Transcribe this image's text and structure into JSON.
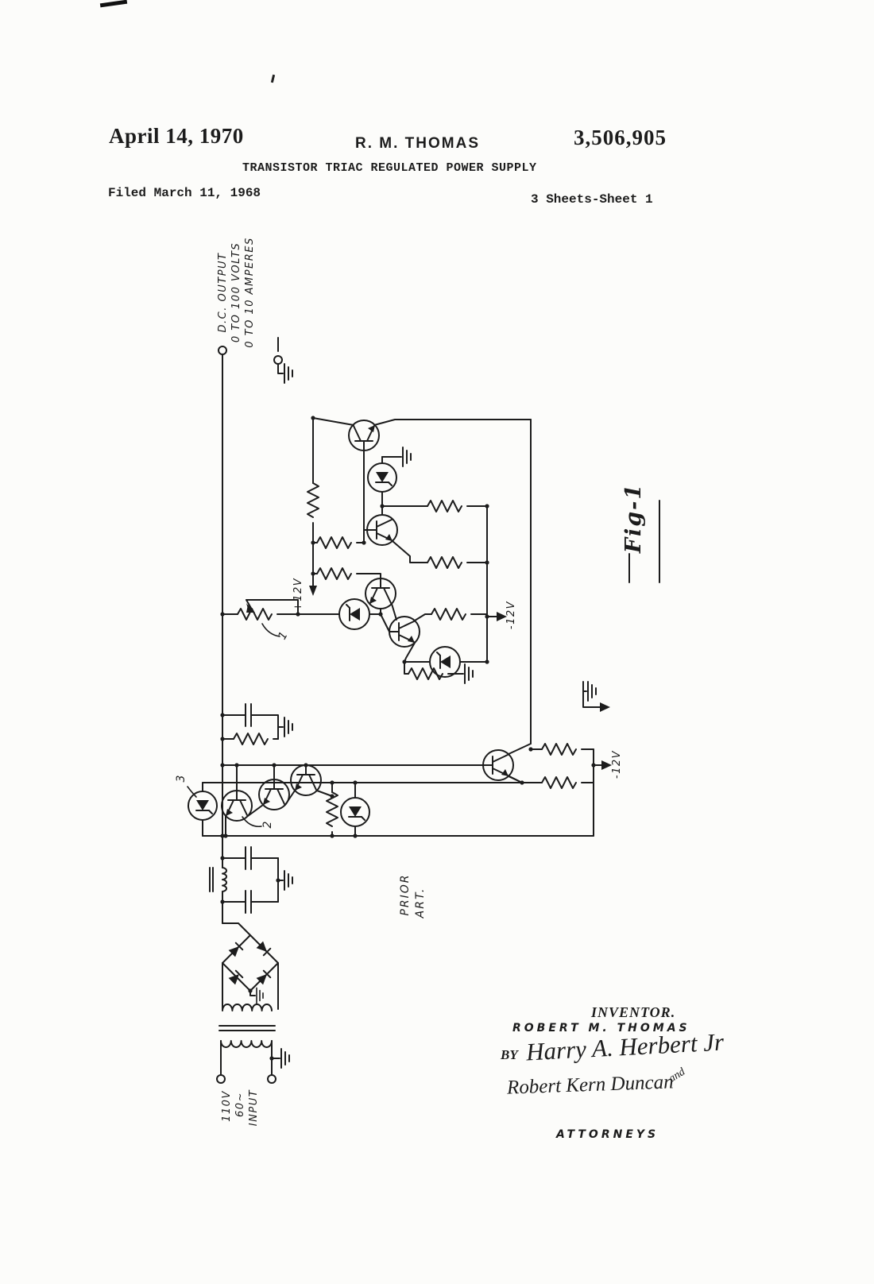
{
  "header": {
    "issue_date": "April 14, 1970",
    "author": "R. M. THOMAS",
    "patent_number": "3,506,905",
    "title": "TRANSISTOR TRIAC REGULATED POWER SUPPLY",
    "filed": "Filed March 11, 1968",
    "sheet_info": "3 Sheets-Sheet 1"
  },
  "figure": {
    "label": "Fig-1",
    "prior_art": [
      "PRIOR",
      "ART."
    ],
    "dc_output": [
      "D.C. OUTPUT",
      "0 TO 100 VOLTS",
      "0 TO 10 AMPERES"
    ],
    "supply_plus": "+12V",
    "supply_minus_upper": "-12V",
    "supply_minus_lower": "-12V",
    "input": [
      "110V",
      "60~",
      "INPUT"
    ],
    "ref_numerals": {
      "r1": "1",
      "r2": "2",
      "r3": "3"
    }
  },
  "signature_block": {
    "inventor_caption": "INVENTOR.",
    "inventor_name": "ROBERT M. THOMAS",
    "by": "BY",
    "attorney_signature_1": "Harry A. Herbert Jr",
    "conjunction": "and",
    "attorney_signature_2": "Robert Kern Duncan",
    "attorneys_caption": "ATTORNEYS"
  },
  "colors": {
    "ink": "#1c1c1c",
    "paper": "#fcfcfa"
  }
}
